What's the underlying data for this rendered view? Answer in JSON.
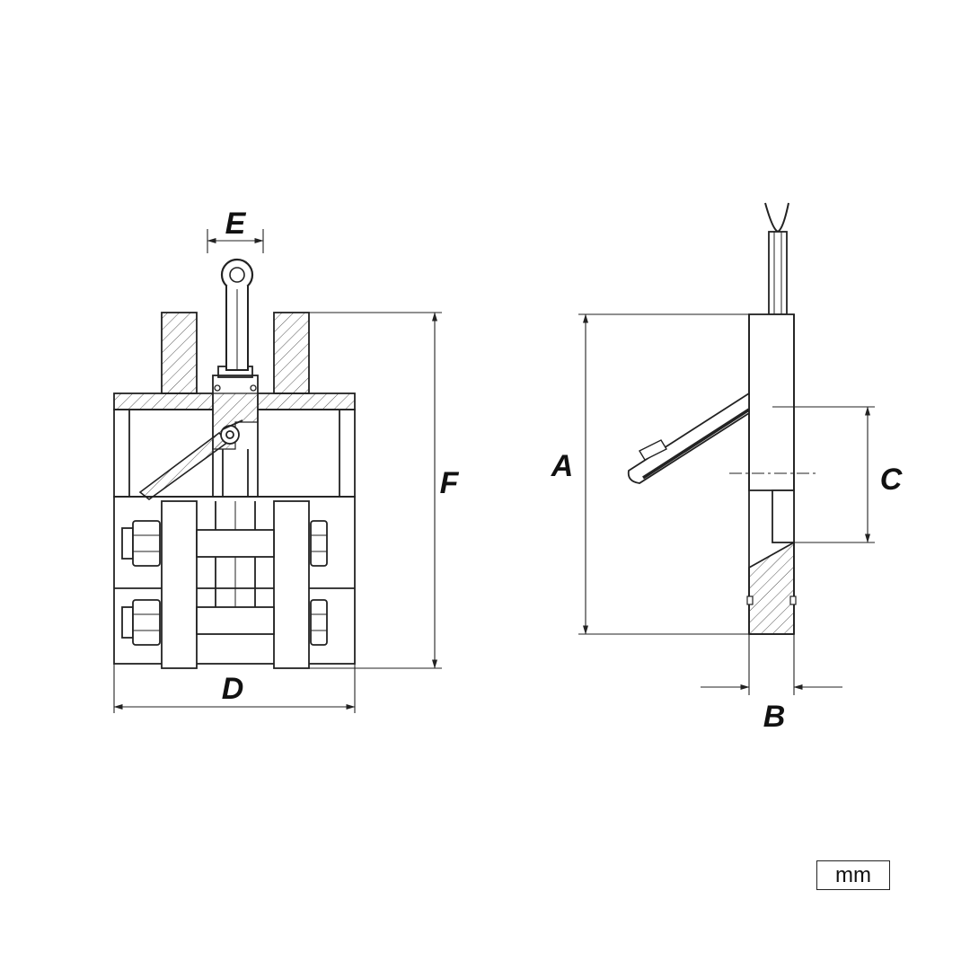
{
  "labels": {
    "a": "A",
    "b": "B",
    "c": "C",
    "d": "D",
    "e": "E",
    "f": "F"
  },
  "unit": "mm",
  "colors": {
    "line": "#222222",
    "hatch": "#555555",
    "background": "#ffffff"
  }
}
